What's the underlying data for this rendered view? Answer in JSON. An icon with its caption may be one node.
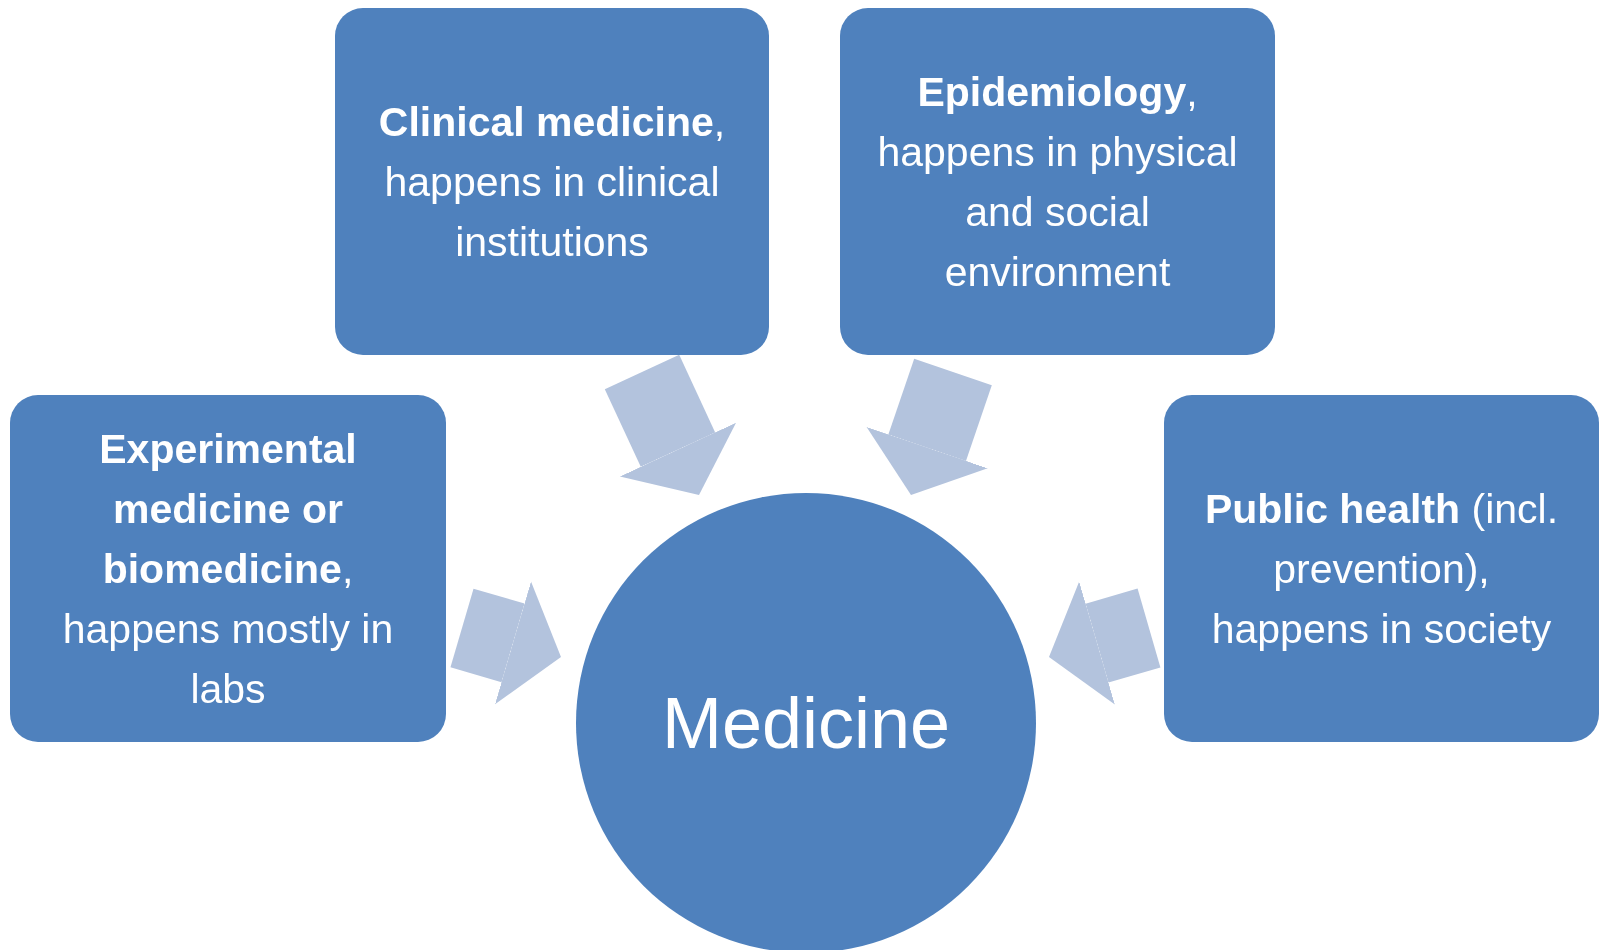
{
  "diagram": {
    "nodes": [
      {
        "text": [
          "**Clinical medicine**, happens in clinical institutions"
        ]
      },
      {
        "text": [
          "**Epidemiology**, happens in physical and social environment"
        ]
      },
      {
        "text": [
          "**Experimental medicine or biomedicine**, happens mostly in labs"
        ]
      },
      {
        "text": [
          "**Public health** (incl. prevention), happens in society"
        ]
      },
      {
        "text": [
          "Medicine"
        ]
      }
    ],
    "edges": [
      {
        "from": 2,
        "to": 4,
        "arrow": "to"
      },
      {
        "from": 0,
        "to": 4,
        "arrow": "to"
      },
      {
        "from": 1,
        "to": 4,
        "arrow": "to"
      },
      {
        "from": 3,
        "to": 4,
        "arrow": "to"
      }
    ]
  }
}
